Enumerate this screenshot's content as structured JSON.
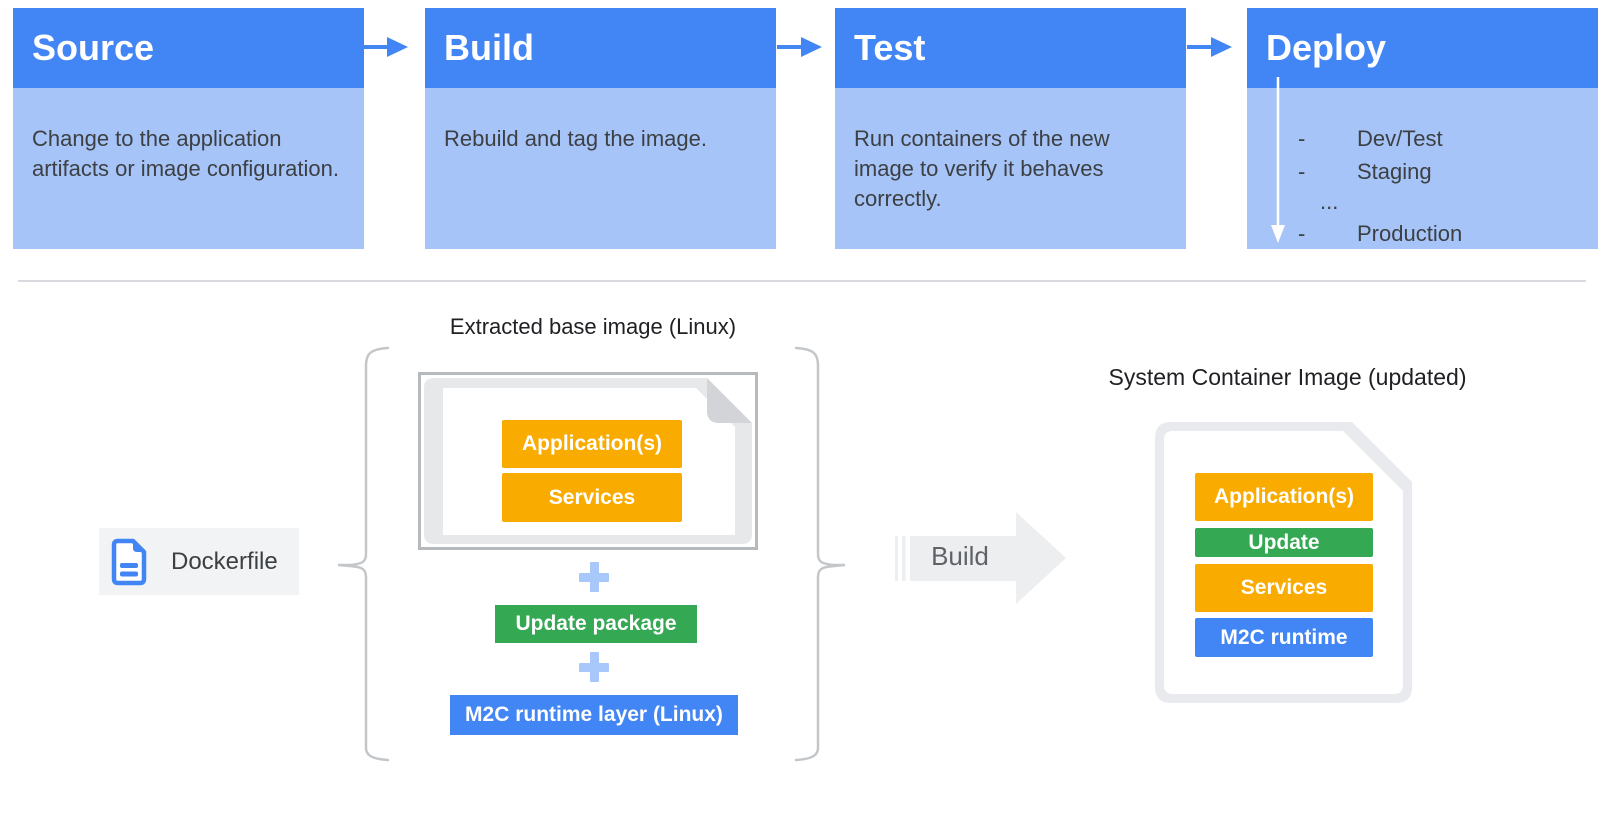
{
  "palette": {
    "header_blue": "#4285F4",
    "body_blue": "#A6C4F8",
    "yellow": "#F9AB00",
    "green": "#34A853",
    "blue": "#4285F4",
    "plus_blue": "#A8C7FA",
    "file_gray": "#E8EAED",
    "text_dark": "#3C4043",
    "text_black": "#202124",
    "text_gray": "#5F6368"
  },
  "pipeline": {
    "stages": [
      {
        "title": "Source",
        "description": "Change to the application artifacts or image configuration."
      },
      {
        "title": "Build",
        "description": "Rebuild and tag the image."
      },
      {
        "title": "Test",
        "description": "Run containers of the new image to verify it behaves correctly."
      },
      {
        "title": "Deploy",
        "description": ""
      }
    ],
    "deploy_items": [
      {
        "dash": "-",
        "label": "Dev/Test"
      },
      {
        "dash": "-",
        "label": "Staging"
      },
      {
        "dash": "",
        "label": "..."
      },
      {
        "dash": "-",
        "label": "Production"
      }
    ]
  },
  "build_flow": {
    "dockerfile_label": "Dockerfile",
    "extracted_title": "Extracted base image (Linux)",
    "extracted_layers": [
      {
        "label": "Application(s)",
        "color": "#F9AB00"
      },
      {
        "label": "Services",
        "color": "#F9AB00"
      }
    ],
    "plus_icon": "+",
    "update_package": "Update package",
    "runtime_layer": "M2C runtime layer (Linux)",
    "build_label": "Build",
    "system_title": "System Container Image (updated)",
    "system_layers": [
      {
        "label": "Application(s)",
        "color": "#F9AB00"
      },
      {
        "label": "Update",
        "color": "#34A853"
      },
      {
        "label": "Services",
        "color": "#F9AB00"
      },
      {
        "label": "M2C runtime",
        "color": "#4285F4"
      }
    ]
  }
}
